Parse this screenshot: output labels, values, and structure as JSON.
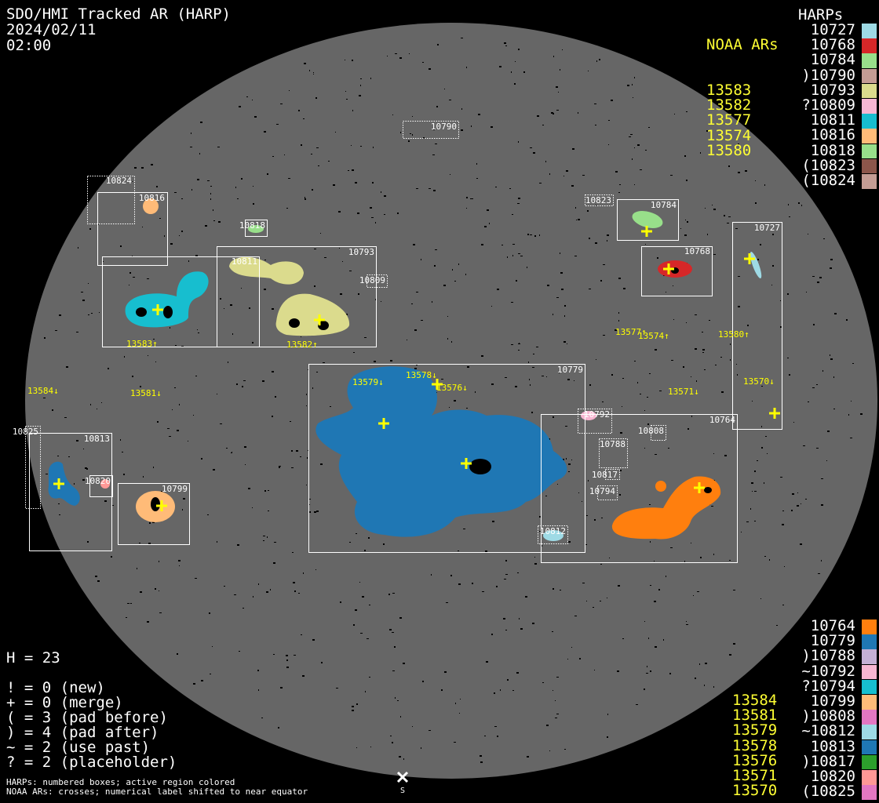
{
  "header": {
    "title": "SDO/HMI Tracked AR (HARP)",
    "date": "2024/02/11",
    "time": "02:00"
  },
  "legend_top": {
    "noaa_header": "NOAA ARs",
    "harp_header": "HARPs",
    "noaa": [
      "13583",
      "13582",
      "13577",
      "13574",
      "13580"
    ],
    "harps": [
      {
        "label": "10727",
        "color": "#9edae5"
      },
      {
        "label": "10768",
        "color": "#d62728"
      },
      {
        "label": "10784",
        "color": "#98df8a"
      },
      {
        "label": ")10790",
        "color": "#c49c94"
      },
      {
        "label": "10793",
        "color": "#dbdb8d"
      },
      {
        "label": "?10809",
        "color": "#f7b6d2"
      },
      {
        "label": "10811",
        "color": "#17becf"
      },
      {
        "label": "10816",
        "color": "#ffbb78"
      },
      {
        "label": "10818",
        "color": "#98df8a"
      },
      {
        "label": "(10823",
        "color": "#8c564b"
      },
      {
        "label": "(10824",
        "color": "#c49c94"
      }
    ]
  },
  "legend_bottom": {
    "noaa": [
      "13584",
      "13581",
      "13579",
      "13578",
      "13576",
      "13571",
      "13570"
    ],
    "harps": [
      {
        "label": "10764",
        "color": "#ff7f0e"
      },
      {
        "label": "10779",
        "color": "#1f77b4"
      },
      {
        "label": ")10788",
        "color": "#c5b0d5"
      },
      {
        "label": "~10792",
        "color": "#f7b6d2"
      },
      {
        "label": "?10794",
        "color": "#17becf"
      },
      {
        "label": "10799",
        "color": "#ffbb78"
      },
      {
        "label": ")10808",
        "color": "#e377c2"
      },
      {
        "label": "~10812",
        "color": "#9edae5"
      },
      {
        "label": "10813",
        "color": "#1f77b4"
      },
      {
        "label": ")10817",
        "color": "#2ca02c"
      },
      {
        "label": "10820",
        "color": "#ff9896"
      },
      {
        "label": "(10825",
        "color": "#e377c2"
      }
    ]
  },
  "stats": {
    "h": "H = 23",
    "lines": [
      "! = 0 (new)",
      "+ = 0 (merge)",
      "( = 3 (pad before)",
      ") = 4 (pad after)",
      "~ = 2 (use past)",
      "? = 2 (placeholder)"
    ]
  },
  "footer": [
    "HARPs: numbered boxes; active region colored",
    "NOAA ARs: crosses; numerical label shifted to near equator"
  ],
  "south_marker": "S",
  "disk_boxes": [
    "10824",
    "10816",
    "10818",
    "10811",
    "10793",
    "10809",
    "10790",
    "10823",
    "10784",
    "10768",
    "10727",
    "10779",
    "10764",
    "10792",
    "10808",
    "10788",
    "10817",
    "10794",
    "10812",
    "10825",
    "10813",
    "10820",
    "10799"
  ],
  "noaa_labels": [
    "13583↑",
    "13582↑",
    "13577↑",
    "13574↑",
    "13580↑",
    "13584↓",
    "13581↓",
    "13579↓",
    "13578↓",
    "13576↓",
    "13571↓",
    "13570↓"
  ],
  "colors": {
    "disk": "#666666",
    "box": "#ffffff",
    "noaa": "#ffff00",
    "background": "#000000"
  }
}
